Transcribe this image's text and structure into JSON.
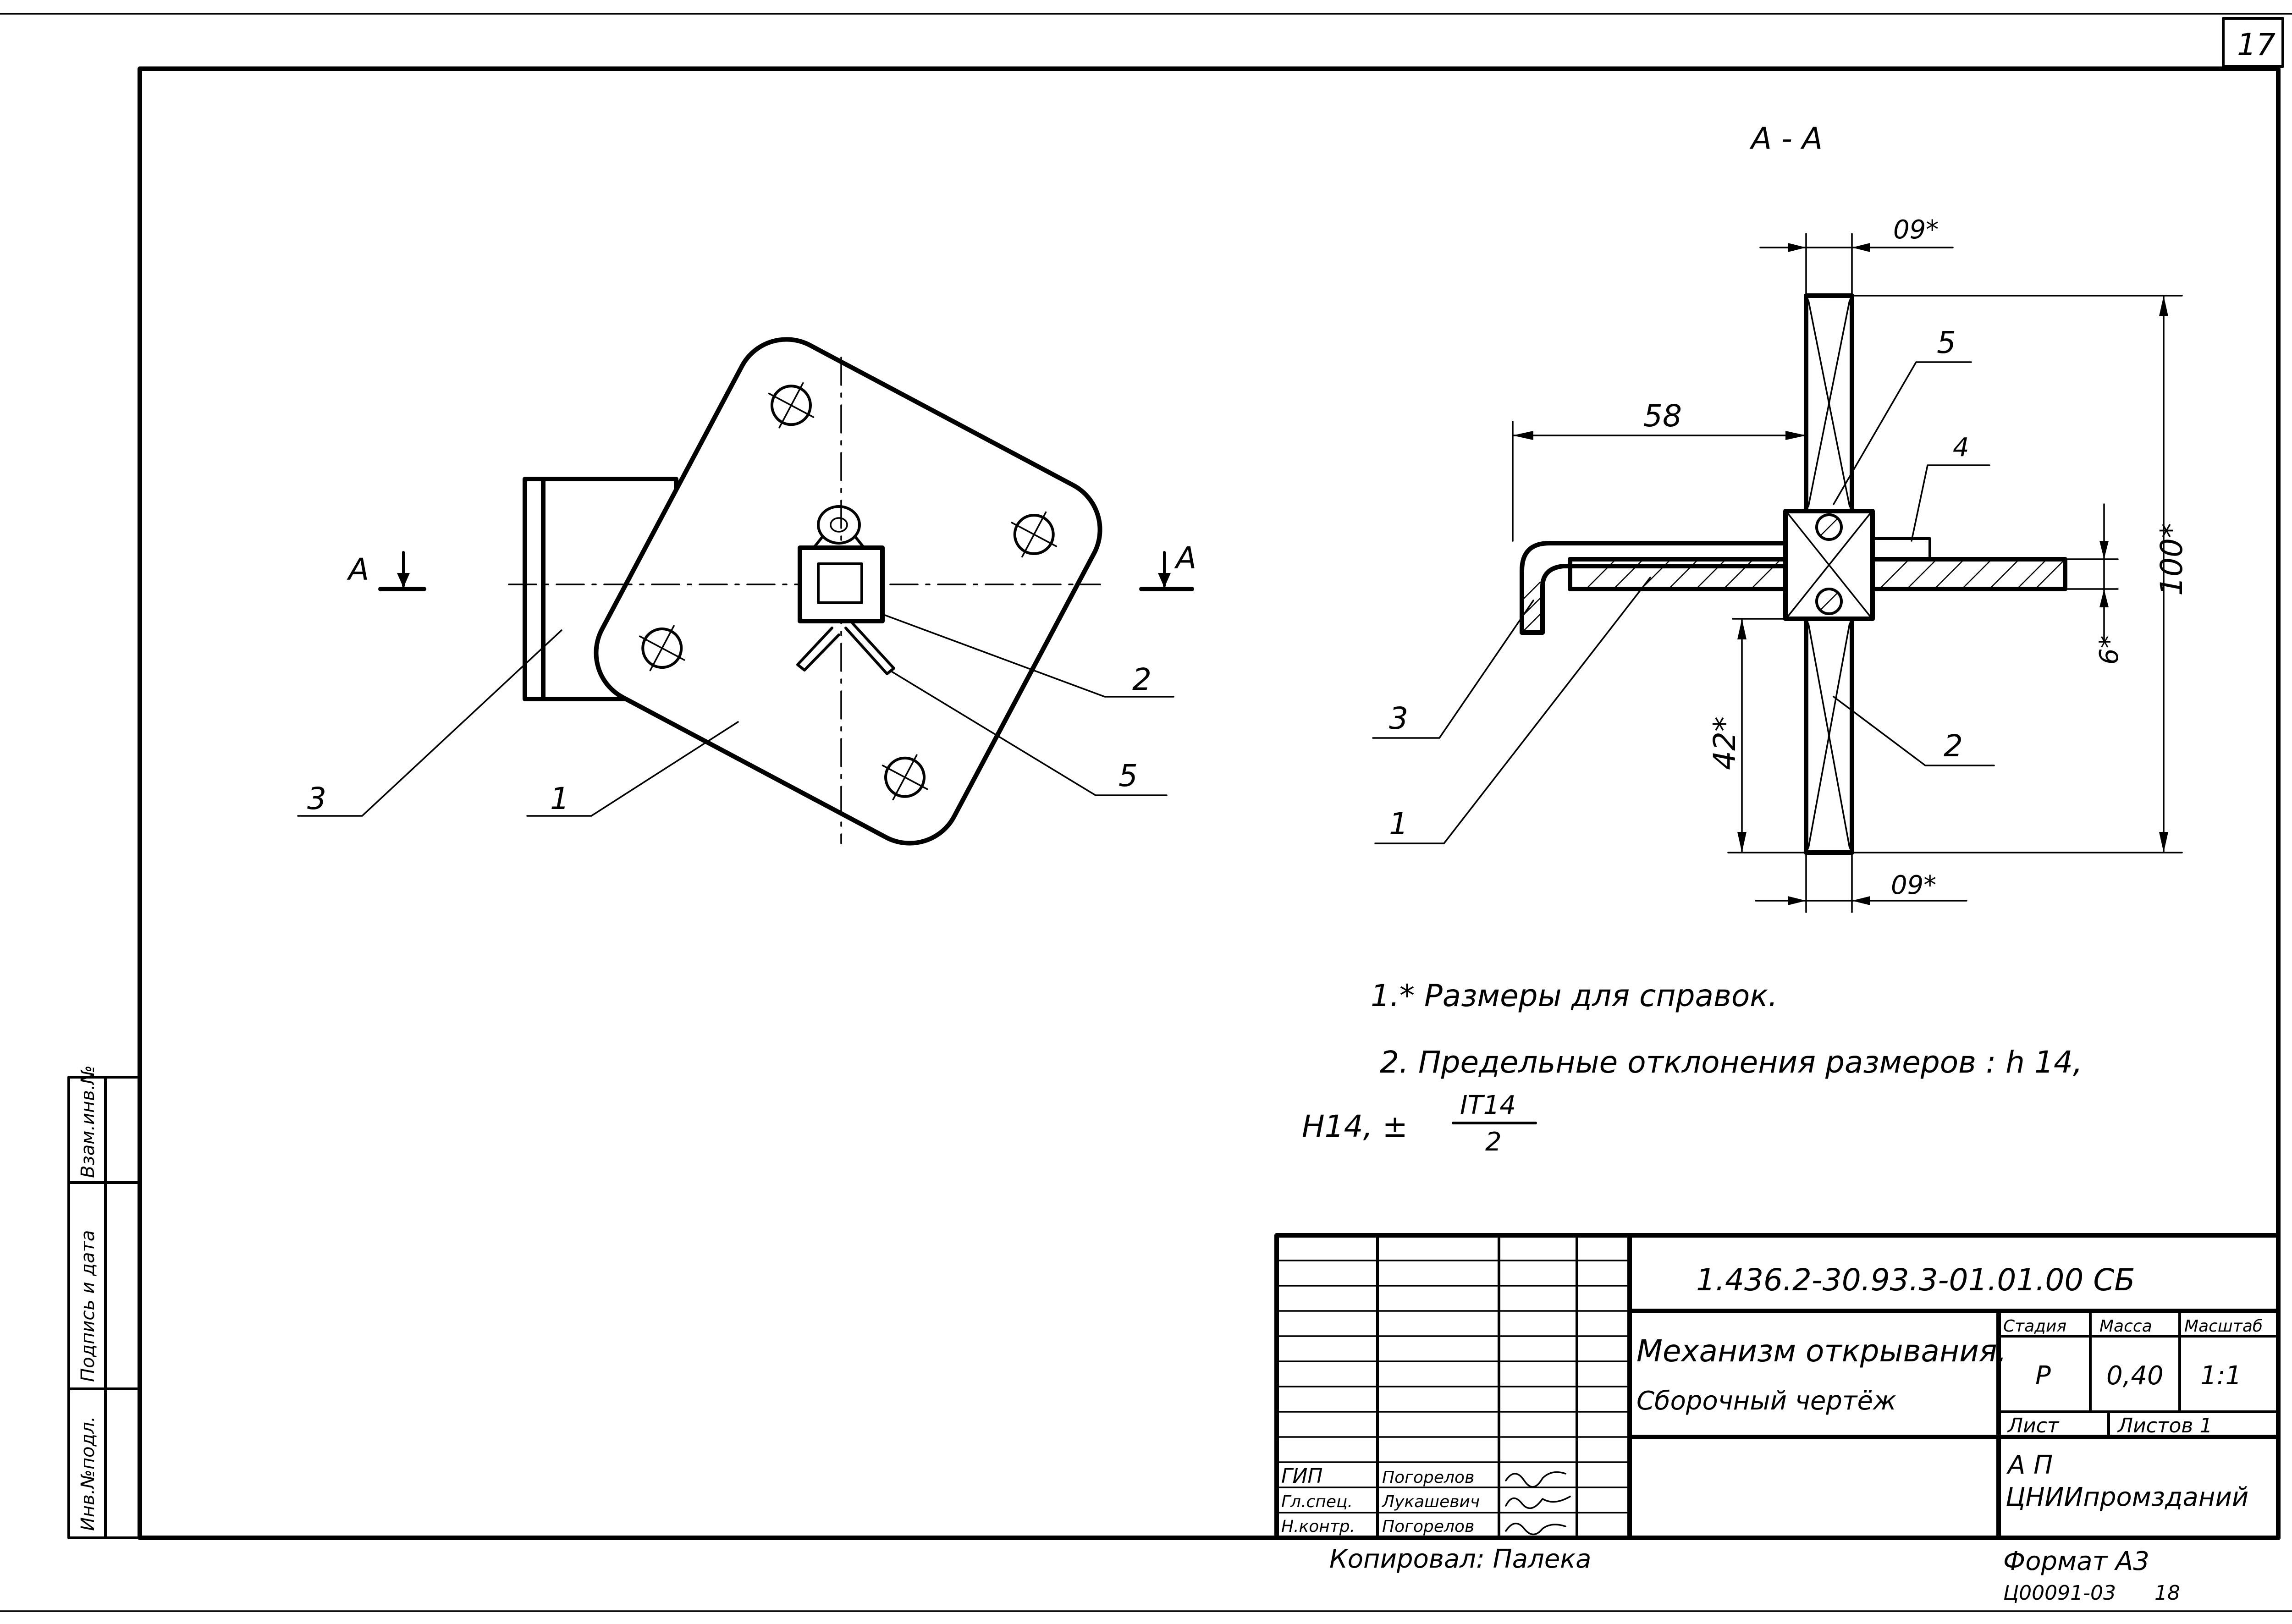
{
  "sheet_number": "17",
  "section_label": "А - А",
  "view_marks": {
    "left": "А",
    "right": "А"
  },
  "dimensions": {
    "top_width": "09*",
    "bottom_width": "09*",
    "offset": "58",
    "height_total": "100*",
    "height_lower": "42*",
    "thickness": "6*"
  },
  "callouts": {
    "plan": {
      "part3": "3",
      "part1": "1",
      "part2": "2",
      "part5": "5"
    },
    "section": {
      "part5": "5",
      "part4": "4",
      "part3": "3",
      "part2": "2",
      "part1": "1"
    }
  },
  "notes": {
    "note1": "1.* Размеры для справок.",
    "note2": "2. Предельные отклонения размеров : h 14,",
    "note2_cont": "H14, ±",
    "fraction_num": "IT14",
    "fraction_den": "2"
  },
  "side_stamp": {
    "col1": "Инв.№подл.",
    "col2": "Подпись и дата",
    "col3": "Взам.инв.№"
  },
  "title_block": {
    "doc_code": "1.436.2-30.93.3-01.01.00 СБ",
    "title_line1": "Механизм открывания.",
    "title_line2": "Сборочный чертёж",
    "stage_header": "Стадия",
    "mass_header": "Масса",
    "scale_header": "Масштаб",
    "stage_value": "Р",
    "mass_value": "0,40",
    "scale_value": "1:1",
    "sheet_label": "Лист",
    "sheets_label": "Листов 1",
    "org_line1": "А П",
    "org_line2": "ЦНИИпромзданий",
    "roles": [
      "ГИП",
      "Гл.спец.",
      "Н.контр."
    ],
    "names": [
      "Погорелов",
      "Лукашевич",
      "Погорелов"
    ]
  },
  "bottom": {
    "copied_by": "Копировал: Палека",
    "format": "Формат А3",
    "inventory": "Ц00091-03",
    "page_index": "18"
  }
}
